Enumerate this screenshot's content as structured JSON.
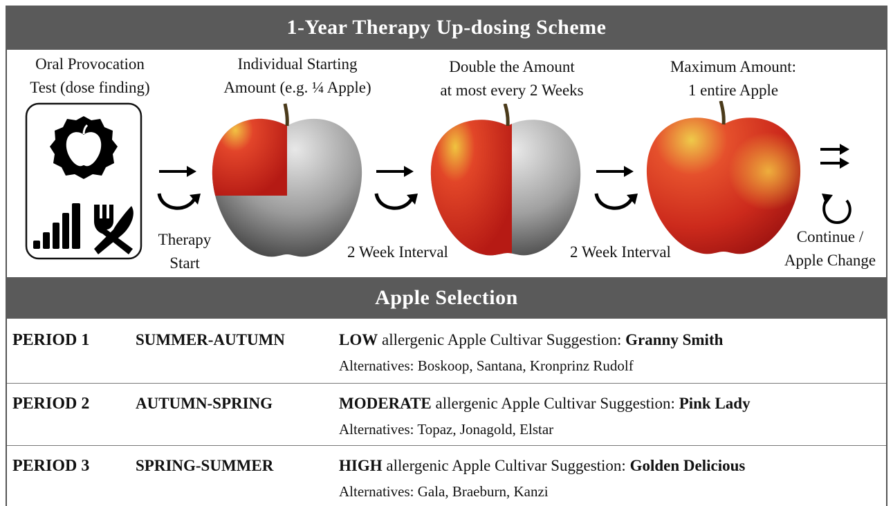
{
  "title": "1-Year Therapy  Up-dosing  Scheme",
  "steps": {
    "provocation_l1": "Oral Provocation",
    "provocation_l2": "Test (dose finding)",
    "start_l1": "Individual  Starting",
    "start_l2": "Amount  (e.g. ¼ Apple)",
    "double_l1": "Double  the Amount",
    "double_l2": "at most  every  2 Weeks",
    "max_l1": "Maximum  Amount:",
    "max_l2": "1 entire  Apple",
    "therapy_l1": "Therapy",
    "therapy_l2": "Start",
    "interval_1": "2 Week Interval",
    "interval_2": "2 Week Interval",
    "continue_l1": "Continue  /",
    "continue_l2": "Apple  Change"
  },
  "icons": [
    "apple-badge-icon",
    "signal-bars-icon",
    "no-fork-knife-icon",
    "arrow-right-icon",
    "cycle-arrow-icon",
    "double-arrow-icon",
    "refresh-icon"
  ],
  "apple_fractions_colored": [
    0.25,
    0.5,
    1.0
  ],
  "selection_title": "Apple  Selection",
  "periods": [
    {
      "period": "PERIOD  1",
      "season": "SUMMER-AUTUMN",
      "level": "LOW",
      "text": " allergenic  Apple  Cultivar  Suggestion:  ",
      "cultivar": "Granny  Smith",
      "alternatives": "Alternatives:  Boskoop,  Santana,  Kronprinz  Rudolf"
    },
    {
      "period": "PERIOD  2",
      "season": "AUTUMN-SPRING",
      "level": "MODERATE",
      "text": " allergenic   Apple  Cultivar  Suggestion:  ",
      "cultivar": "Pink  Lady",
      "alternatives": "Alternatives:  Topaz,  Jonagold,  Elstar"
    },
    {
      "period": "PERIOD  3",
      "season": "SPRING-SUMMER",
      "level": "HIGH",
      "text": " allergenic  Apple  Cultivar  Suggestion:  ",
      "cultivar": "Golden  Delicious",
      "alternatives": "Alternatives:  Gala,  Braeburn,  Kanzi"
    }
  ],
  "colors": {
    "banner": "#5a5a5a",
    "apple_red": "#d9261a",
    "apple_yellow": "#e8c84a",
    "border": "#555555"
  }
}
